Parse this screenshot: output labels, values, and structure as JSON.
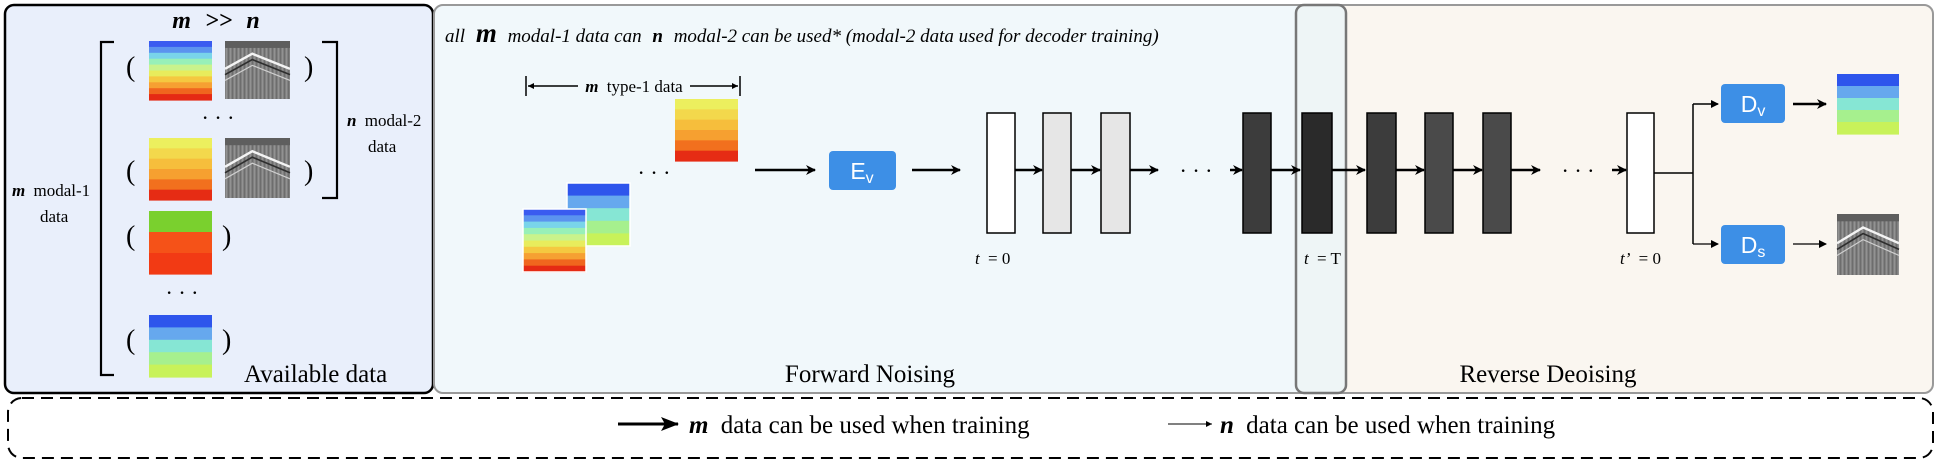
{
  "colors": {
    "available_panel_fill": "#e9effb",
    "forward_panel_fill": "#f1f8fb",
    "overlap_panel_fill": "#eef5f6",
    "reverse_panel_fill": "#faf6f0",
    "block_blue": "#3d8fe6",
    "grad_velocity": [
      "#3a5bf0",
      "#5b93ef",
      "#79d4ea",
      "#98f0b8",
      "#c9f38c",
      "#e8ec5c",
      "#f5c840",
      "#f6a032",
      "#f0661e",
      "#e52a14"
    ],
    "grad_compact": [
      "#2e55ec",
      "#66a8ee",
      "#86e6d4",
      "#a6f08e",
      "#c8f25a"
    ],
    "grad_yellow": [
      "#ecef5e",
      "#f3d84c",
      "#f6be3c",
      "#f6a030",
      "#f2701e",
      "#e62c14"
    ],
    "grad_salt": [
      "#7ad02e",
      "#f55218",
      "#f23a14"
    ],
    "seismic_gray": "#7b7b7b",
    "block_white": "#ffffff",
    "block_light": "#e6e6e6",
    "block_dark": "#3c3c3c",
    "block_darker": "#2a2a2a",
    "block_mid": "#4a4a4a"
  },
  "available": {
    "header_m": "m",
    "header_op": ">>",
    "header_n": "n",
    "label_m_modal1_var": "m",
    "label_m_modal1_rest": "modal-1",
    "label_m_modal1_data": "data",
    "label_n_modal2_var": "n",
    "label_n_modal2_rest": "modal-2",
    "label_n_modal2_data": "data",
    "paren_open": "(",
    "paren_close": ")",
    "dots": "· · ·",
    "title": "Available data"
  },
  "forward": {
    "caption_all": "all",
    "caption_m": "m",
    "caption_mid": "modal-1 data can",
    "caption_n": "n",
    "caption_rest": "modal-2  can be used* (modal-2 data used for decoder training)",
    "type1_var": "m",
    "type1_rest": "type-1 data",
    "dots": "· · ·",
    "encoder_label": "E",
    "encoder_sub": "v",
    "t0_var": "t",
    "t0_rest": "= 0",
    "tT_var": "t",
    "tT_rest": "= T",
    "title": "Forward Noising"
  },
  "reverse": {
    "tprime_var": "t’",
    "tprime_rest": "= 0",
    "decoder_v_label": "D",
    "decoder_v_sub": "v",
    "decoder_s_label": "D",
    "decoder_s_sub": "s",
    "dots": "· · ·",
    "title": "Reverse Deoising"
  },
  "legend": {
    "thick_var": "m",
    "thick_rest": "data can be used when training",
    "thin_var": "n",
    "thin_rest": "data can be used when training"
  }
}
